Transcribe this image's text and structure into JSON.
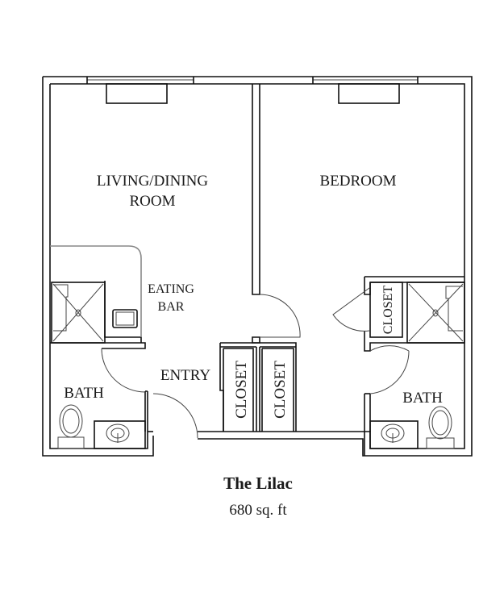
{
  "plan": {
    "name": "The Lilac",
    "area": "680 sq. ft",
    "rooms": {
      "living_line1": "LIVING/DINING",
      "living_line2": "ROOM",
      "bedroom": "BEDROOM",
      "eating_line1": "EATING",
      "eating_line2": "BAR",
      "entry": "ENTRY",
      "bath_left": "BATH",
      "bath_right": "BATH",
      "closet_1": "CLOSET",
      "closet_2": "CLOSET",
      "closet_3": "CLOSET"
    }
  }
}
